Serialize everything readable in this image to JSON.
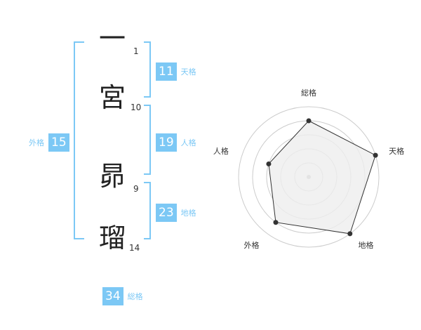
{
  "name": {
    "chars": [
      {
        "char": "一",
        "strokes": "1"
      },
      {
        "char": "宮",
        "strokes": "10"
      },
      {
        "char": "昴",
        "strokes": "9"
      },
      {
        "char": "瑠",
        "strokes": "14"
      }
    ]
  },
  "fortunes": {
    "tenkaku": {
      "value": "11",
      "label": "天格"
    },
    "jinkaku": {
      "value": "19",
      "label": "人格"
    },
    "chikaku": {
      "value": "23",
      "label": "地格"
    },
    "gaikaku": {
      "value": "15",
      "label": "外格"
    },
    "soukaku": {
      "value": "34",
      "label": "総格"
    }
  },
  "colors": {
    "accent": "#7cc8f5",
    "text": "#222222",
    "grid": "#cccccc",
    "radar_fill": "#eeeeee",
    "radar_line": "#333333"
  },
  "radar": {
    "axes": [
      "総格",
      "天格",
      "地格",
      "外格",
      "人格"
    ],
    "levels": 5,
    "values": [
      0.8,
      1.0,
      1.0,
      0.8,
      0.6
    ]
  }
}
